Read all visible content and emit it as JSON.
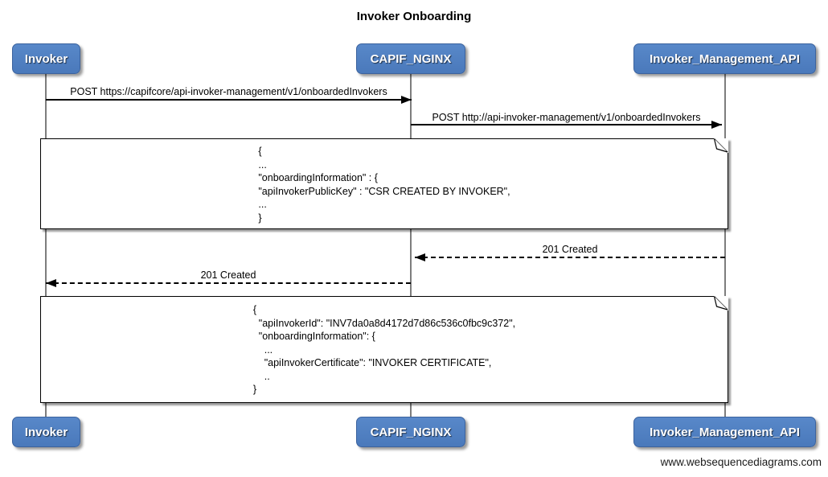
{
  "diagram": {
    "title": "Invoker Onboarding",
    "watermark": "www.websequencediagrams.com",
    "colors": {
      "actor_fill": "#4d7ec0",
      "actor_border": "#3c639e",
      "actor_text": "#ffffff",
      "lifeline": "#7d7d7d",
      "message_line": "#000000",
      "note_fill": "#ffffff"
    }
  },
  "actors": [
    {
      "label": "Invoker"
    },
    {
      "label": "CAPIF_NGINX"
    },
    {
      "label": "Invoker_Management_API"
    }
  ],
  "messages": [
    {
      "from": "Invoker",
      "to": "CAPIF_NGINX",
      "style": "solid",
      "label": "POST https://capifcore/api-invoker-management/v1/onboardedInvokers"
    },
    {
      "from": "CAPIF_NGINX",
      "to": "Invoker_Management_API",
      "style": "solid",
      "label": "POST http://api-invoker-management/v1/onboardedInvokers"
    },
    {
      "from": "Invoker_Management_API",
      "to": "CAPIF_NGINX",
      "style": "dashed",
      "label": "201 Created"
    },
    {
      "from": "CAPIF_NGINX",
      "to": "Invoker",
      "style": "dashed",
      "label": "201 Created"
    }
  ],
  "notes": [
    {
      "lines": [
        "{",
        "...",
        "\"onboardingInformation\" : {",
        "\"apiInvokerPublicKey\" : \"CSR CREATED BY INVOKER\",",
        "...",
        "}"
      ]
    },
    {
      "lines": [
        "{",
        "  \"apiInvokerId\": \"INV7da0a8d4172d7d86c536c0fbc9c372\",",
        "  \"onboardingInformation\": {",
        "    ...",
        "    \"apiInvokerCertificate\": \"INVOKER CERTIFICATE\",",
        "    ..",
        "}"
      ]
    }
  ]
}
